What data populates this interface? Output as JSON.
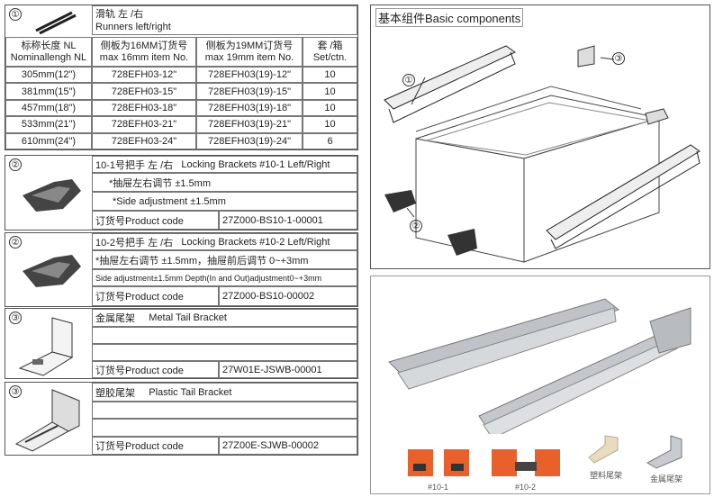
{
  "section1": {
    "num": "①",
    "title_cn": "滑轨 左 /右",
    "title_en": "Runners left/right",
    "headers": [
      [
        "标称长度 NL",
        "Nominallengh NL"
      ],
      [
        "侧板为16MM订货号",
        "max 16mm item No."
      ],
      [
        "侧板为19MM订货号",
        "max 19mm item No."
      ],
      [
        "套 /箱",
        "Set/ctn."
      ]
    ],
    "rows": [
      [
        "305mm(12\")",
        "728EFH03-12\"",
        "728EFH03(19)-12\"",
        "10"
      ],
      [
        "381mm(15\")",
        "728EFH03-15\"",
        "728EFH03(19)-15\"",
        "10"
      ],
      [
        "457mm(18\")",
        "728EFH03-18\"",
        "728EFH03(19)-18\"",
        "10"
      ],
      [
        "533mm(21\")",
        "728EFH03-21\"",
        "728EFH03(19)-21\"",
        "10"
      ],
      [
        "610mm(24\")",
        "728EFH03-24\"",
        "728EFH03(19)-24\"",
        "6"
      ]
    ]
  },
  "section2": {
    "num": "②",
    "title_cn": "10-1号把手 左 /右",
    "title_en": "Locking Brackets #10-1 Left/Right",
    "line1": "*抽屉左右调节  ±1.5mm",
    "line2": "*Side adjustment ±1.5mm",
    "code_label": "订货号Product code",
    "code": "27Z000-BS10-1-00001"
  },
  "section3": {
    "num": "②",
    "title_cn": "10-2号把手 左 /右",
    "title_en": "Locking Brackets #10-2 Left/Right",
    "line1": "*抽屉左右调节  ±1.5mm，抽屉前后调节  0~+3mm",
    "line2": "Side adjustment±1.5mm Depth(In and Out)adjustment0~+3mm",
    "code_label": "订货号Product code",
    "code": "27Z000-BS10-00002"
  },
  "section4": {
    "num": "③",
    "title_cn": "金属尾架",
    "title_en": "Metal Tail Bracket",
    "code_label": "订货号Product code",
    "code": "27W01E-JSWB-00001"
  },
  "section5": {
    "num": "③",
    "title_cn": "塑胶尾架",
    "title_en": "Plastic Tail Bracket",
    "code_label": "订货号Product code",
    "code": "27Z00E-SJWB-00002"
  },
  "basic": {
    "title": "基本组件Basic components",
    "callouts": [
      "①",
      "②",
      "③"
    ]
  },
  "photo": {
    "captions": [
      "#10-1",
      "#10-2",
      "塑料尾架",
      "金属尾架"
    ]
  },
  "colors": {
    "orange": "#e8602c",
    "border": "#555555"
  }
}
